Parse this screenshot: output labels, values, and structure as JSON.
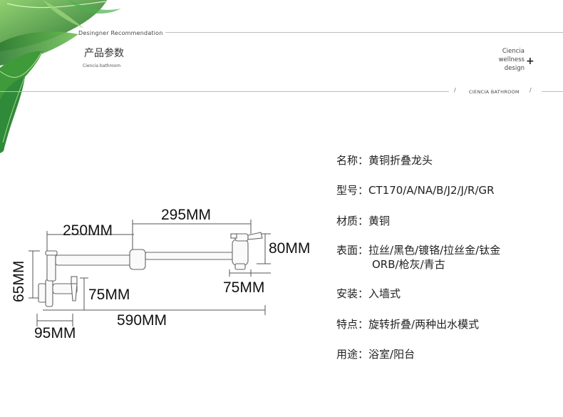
{
  "header": {
    "designer_recommendation": "Desingner Recommendation",
    "title_cn": "产品参数",
    "subtitle_en": "Ciencia bathroom",
    "brand_lines": [
      "Ciencia",
      "wellness",
      "design"
    ],
    "divider_tag": "CIENCIA BATHROOM",
    "slash": "/"
  },
  "diagram": {
    "dimensions": {
      "d295": "295MM",
      "d250": "250MM",
      "d80": "80MM",
      "d65": "65MM",
      "d75a": "75MM",
      "d75b": "75MM",
      "d590": "590MM",
      "d95": "95MM"
    }
  },
  "specs": [
    {
      "label": "名称：",
      "value": "黄铜折叠龙头"
    },
    {
      "label": "型号：",
      "value": "CT170/A/NA/B/J2/J/R/GR"
    },
    {
      "label": "材质：",
      "value": "黄铜"
    },
    {
      "label": "表面：",
      "value": "拉丝/黑色/镀铬/拉丝金/钛金",
      "value_cont": "ORB/枪灰/青古"
    },
    {
      "label": "安装：",
      "value": "入墙式"
    },
    {
      "label": "特点：",
      "value": "旋转折叠/两种出水模式"
    },
    {
      "label": "用途：",
      "value": "浴室/阳台"
    }
  ],
  "colors": {
    "leaf_dark": "#1f6b2a",
    "leaf_mid": "#3f9a3a",
    "leaf_light": "#8ccf6a",
    "line": "#bdbdbd",
    "drawing": "#555555"
  }
}
